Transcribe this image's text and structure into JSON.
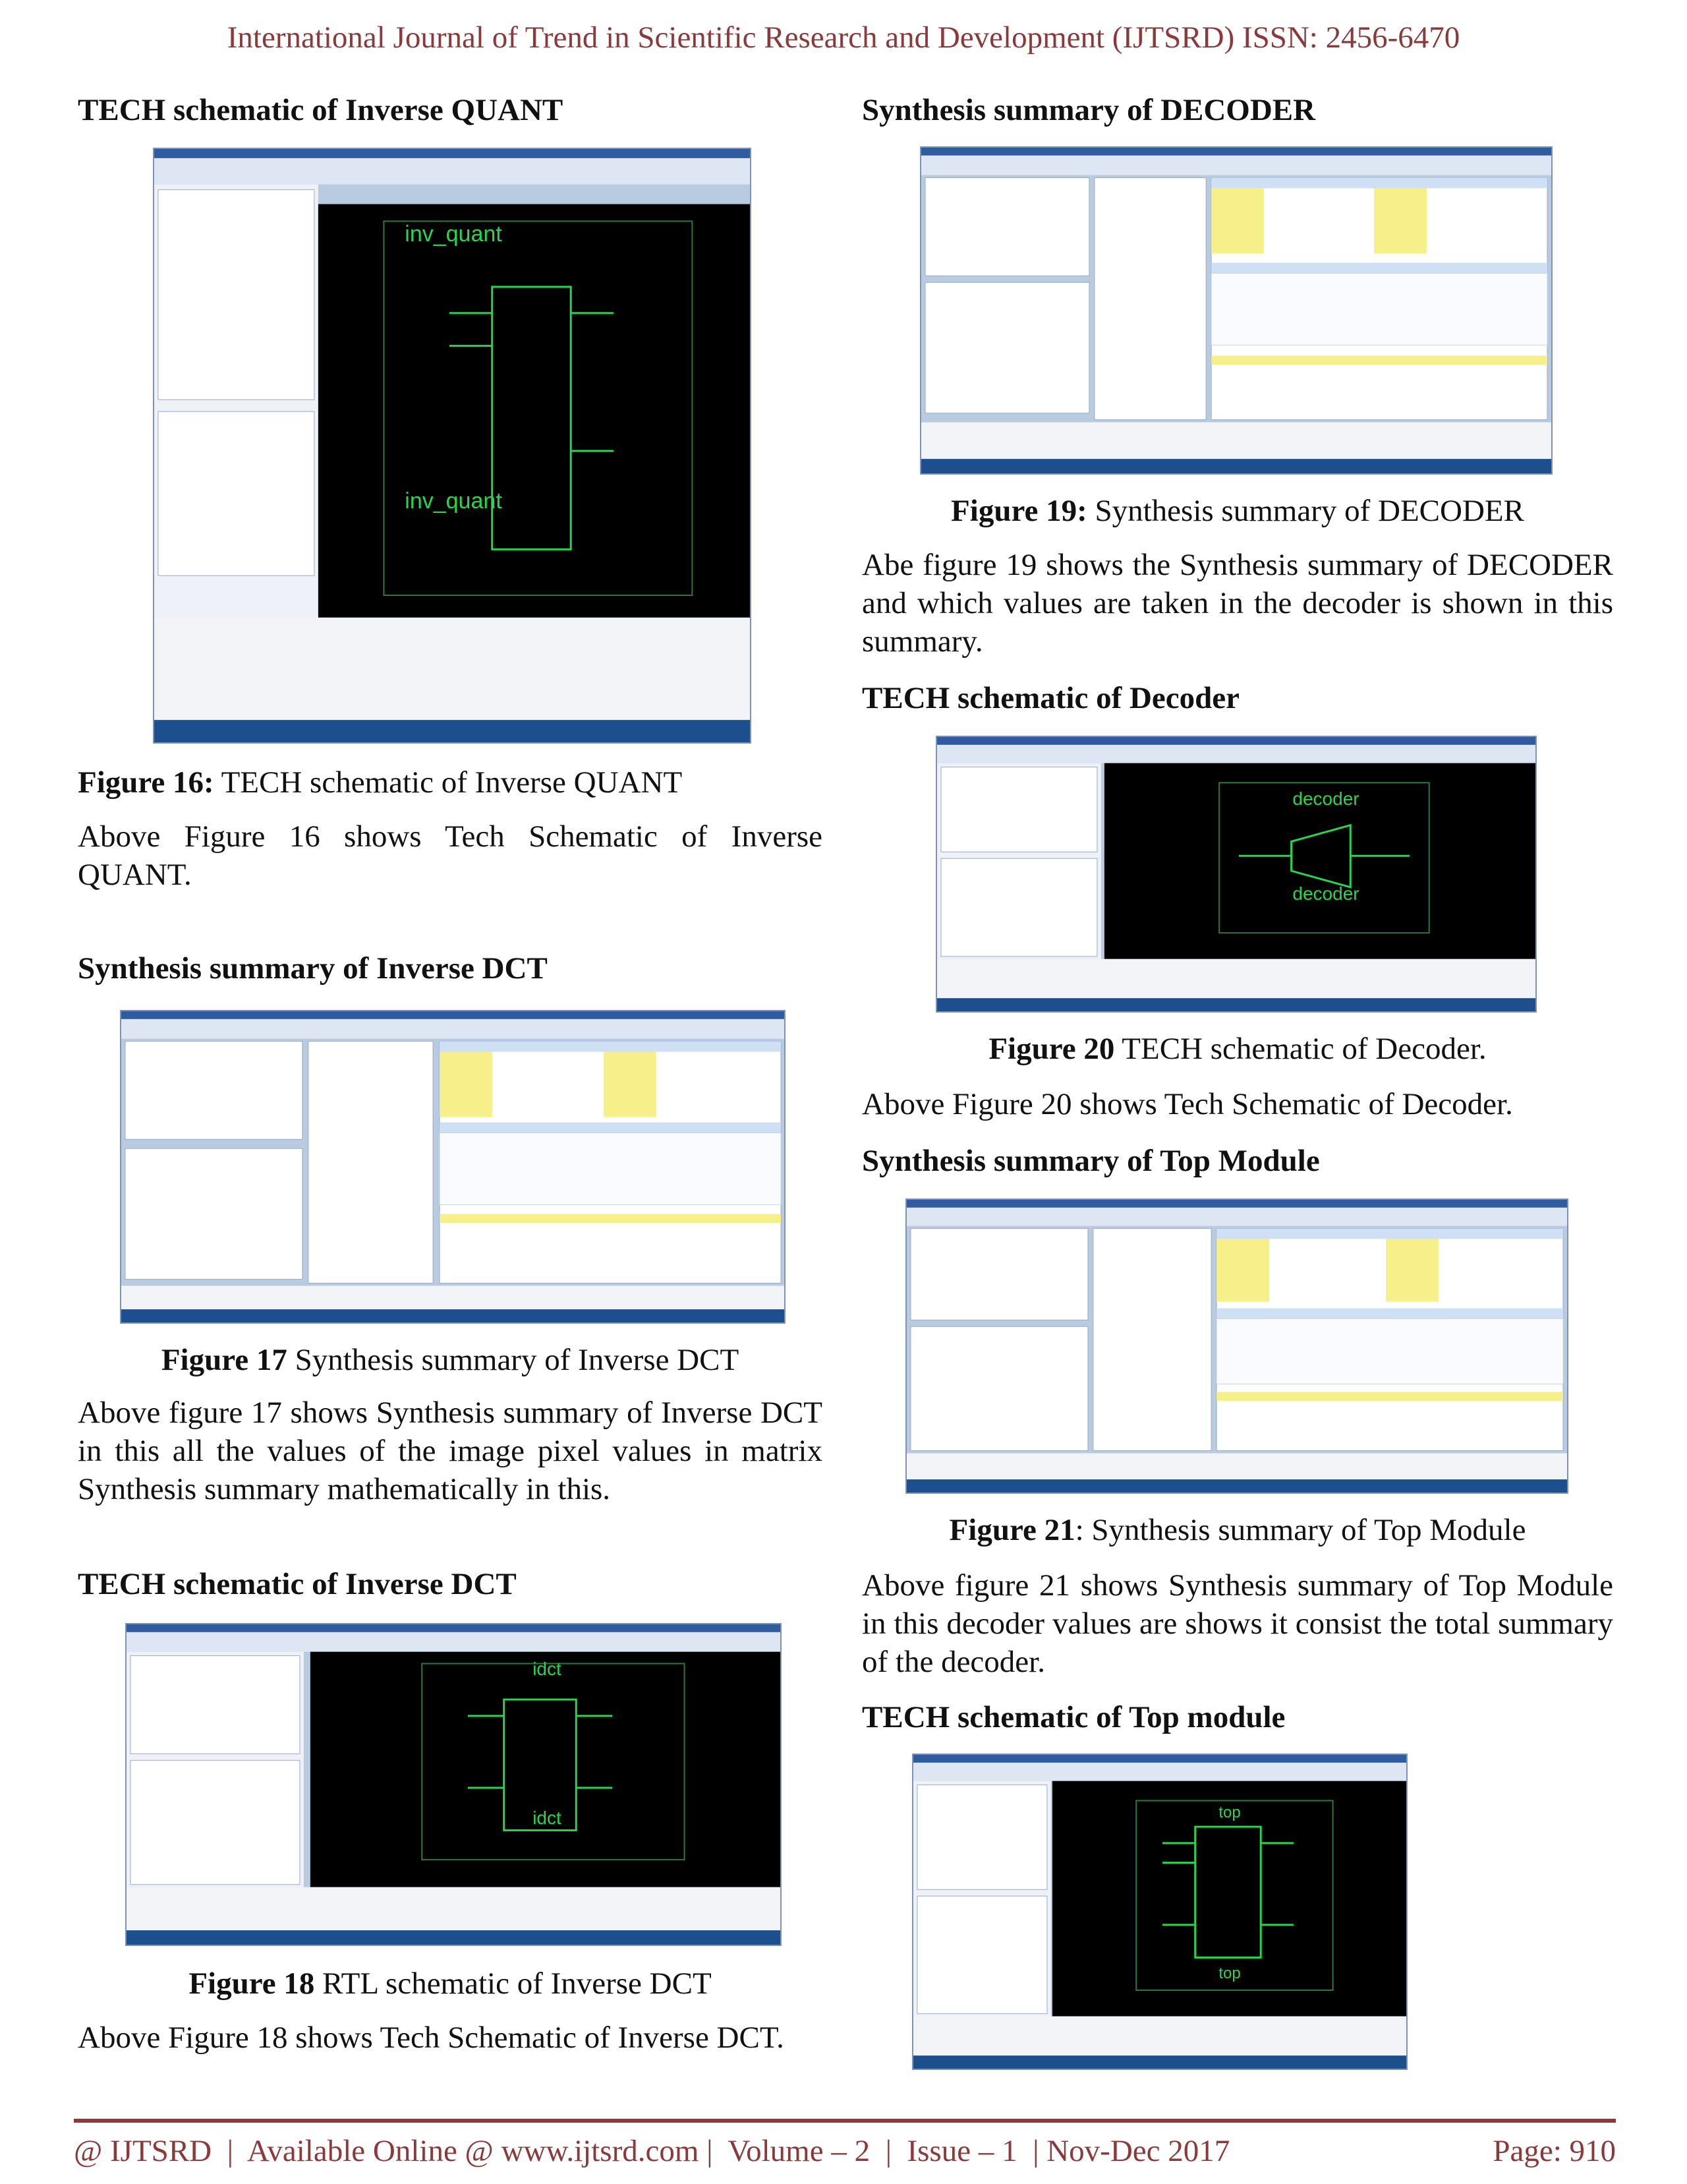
{
  "header": "International Journal of Trend in Scientific Research and Development (IJTSRD) ISSN: 2456-6470",
  "left": {
    "h1": "TECH schematic of Inverse QUANT",
    "fig16": {
      "label": "Figure 16:",
      "text": " TECH schematic of Inverse QUANT",
      "block_top": "inv_quant",
      "block_bottom": "inv_quant"
    },
    "p16": "Above Figure 16 shows Tech Schematic of Inverse QUANT.",
    "h2": "Synthesis summary of Inverse DCT",
    "fig17": {
      "label": "Figure 17",
      "text": " Synthesis summary of Inverse DCT"
    },
    "p17": "Above figure 17 shows Synthesis summary of Inverse DCT in this all the values of the image pixel values in matrix Synthesis summary mathematically in this.",
    "h3": "TECH schematic of Inverse DCT",
    "fig18": {
      "label": "Figure 18",
      "text": " RTL schematic of Inverse DCT",
      "block_top": "idct",
      "block_bottom": "idct"
    },
    "p18": "Above Figure 18 shows Tech Schematic of Inverse DCT."
  },
  "right": {
    "h1": "Synthesis summary of DECODER",
    "fig19": {
      "label": "Figure 19:",
      "text": " Synthesis summary of DECODER"
    },
    "p19": "Abe figure 19 shows the Synthesis summary of DECODER and which values are taken in the decoder is shown in this summary.",
    "h2": "TECH schematic of Decoder",
    "fig20": {
      "label": "Figure 20",
      "text": " TECH schematic of Decoder.",
      "block_top": "decoder",
      "block_bottom": "decoder"
    },
    "p20": "Above Figure 20 shows Tech Schematic of Decoder.",
    "h3": "Synthesis summary of Top Module",
    "fig21": {
      "label": "Figure 21",
      "text": ": Synthesis summary of Top Module"
    },
    "p21": "Above figure 21 shows Synthesis summary of Top Module in this decoder values are shows it consist the total summary of the decoder.",
    "h4": "TECH schematic of Top module",
    "fig22": {
      "block_top": "top",
      "block_bottom": "top"
    }
  },
  "footer": {
    "left": "@ IJTSRD  |  Available Online @ www.ijtsrd.com |  Volume – 2  |  Issue – 1  | Nov-Dec 2017",
    "page": "Page: 910"
  },
  "colors": {
    "header": "#8a3a3a",
    "schematic_green": "#27d64a",
    "summary_yellow": "#f7f08a",
    "summary_blue": "#cfe0f5"
  }
}
